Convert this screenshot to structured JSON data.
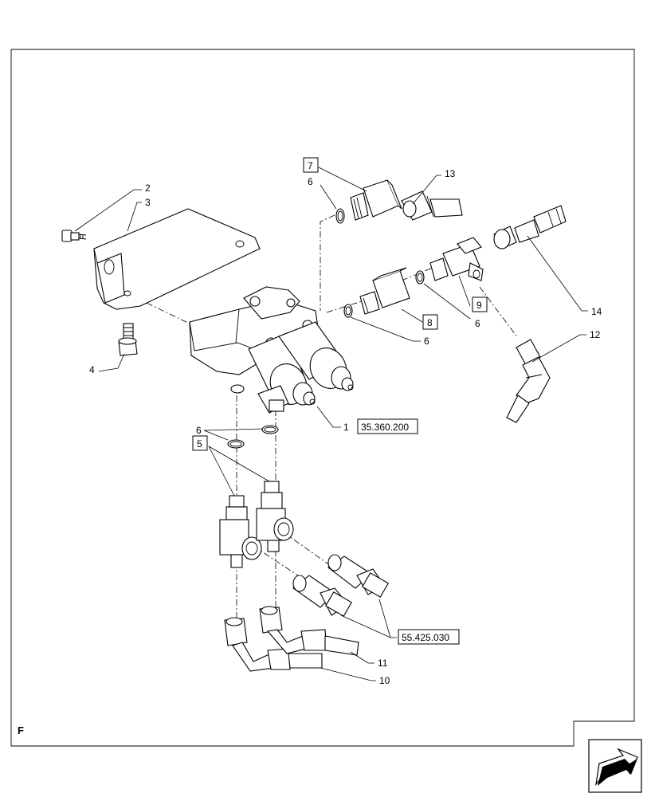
{
  "corner_label": "F",
  "callouts": [
    {
      "id": "c1",
      "text": "1"
    },
    {
      "id": "c2",
      "text": "2"
    },
    {
      "id": "c3",
      "text": "3"
    },
    {
      "id": "c4",
      "text": "4"
    },
    {
      "id": "c6a",
      "text": "6"
    },
    {
      "id": "c6b",
      "text": "6"
    },
    {
      "id": "c6c",
      "text": "6"
    },
    {
      "id": "c6d",
      "text": "6"
    },
    {
      "id": "c10",
      "text": "10"
    },
    {
      "id": "c11",
      "text": "11"
    },
    {
      "id": "c12",
      "text": "12"
    },
    {
      "id": "c13",
      "text": "13"
    },
    {
      "id": "c14",
      "text": "14"
    }
  ],
  "boxed_callouts": [
    {
      "id": "b5",
      "text": "5"
    },
    {
      "id": "b7",
      "text": "7"
    },
    {
      "id": "b8",
      "text": "8"
    },
    {
      "id": "b9",
      "text": "9"
    }
  ],
  "references": [
    {
      "id": "r1",
      "text": "35.360.200"
    },
    {
      "id": "r2",
      "text": "55.425.030"
    }
  ]
}
